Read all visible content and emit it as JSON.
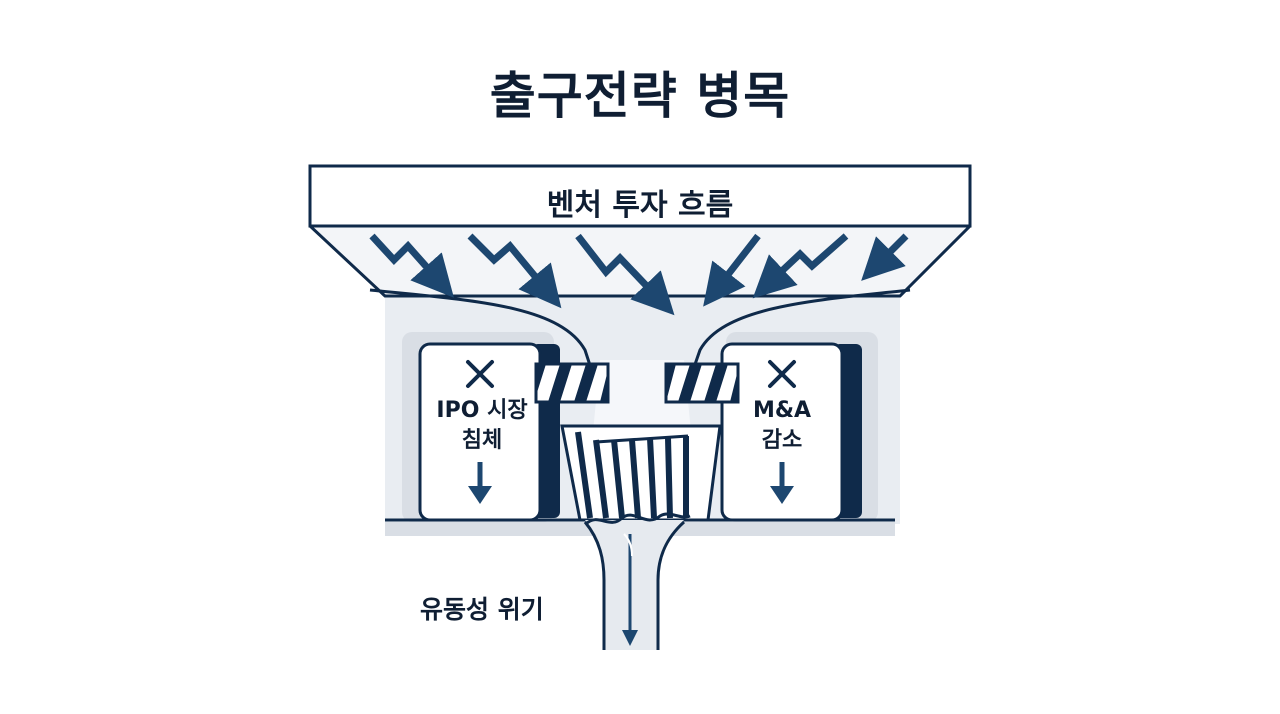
{
  "title": "출구전략 병목",
  "funnel": {
    "label": "벤처 투자 흐름"
  },
  "blocked_exits": [
    {
      "mark": "✕",
      "line1": "IPO 시장",
      "line2": "침체"
    },
    {
      "mark": "✕",
      "line1": "M&A",
      "line2": "감소"
    }
  ],
  "outflow": {
    "label": "유동성 위기"
  },
  "colors": {
    "navy": "#0f2a4a",
    "arrow": "#1d4770",
    "light_gray": "#eceff3",
    "mid_gray": "#d9dee5"
  }
}
